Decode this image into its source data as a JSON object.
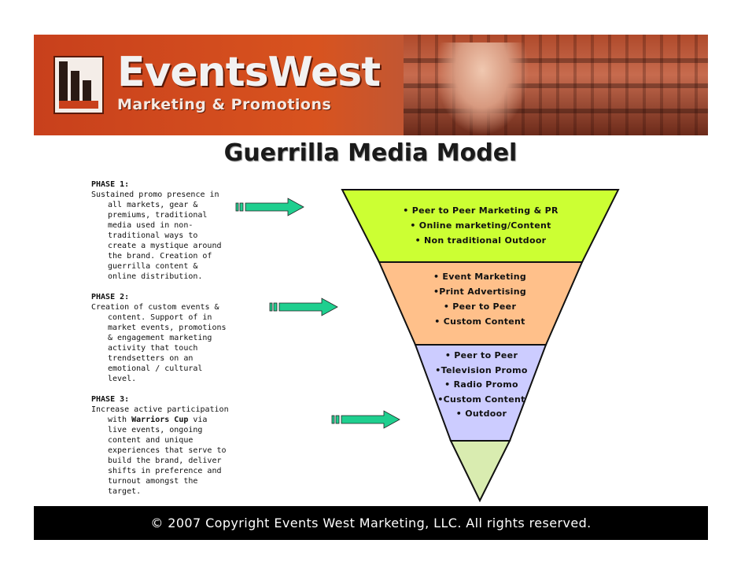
{
  "header": {
    "logo_title": "EventsWest",
    "logo_subtitle": "Marketing & Promotions"
  },
  "title": "Guerrilla Media Model",
  "phases": [
    {
      "heading": "PHASE 1:",
      "text": "Sustained  promo presence in all markets, gear & premiums, traditional media used in non-traditional ways to create a mystique around the brand.  Creation of guerrilla content & online distribution."
    },
    {
      "heading": "PHASE 2:",
      "text": "Creation of custom events & content.  Support of in market events, promotions & engagement marketing activity that touch trendsetters on an emotional / cultural level."
    },
    {
      "heading": "PHASE 3:",
      "text_before": "Increase active participation with ",
      "emphasis": "Warriors Cup",
      "text_after": "  via live events, ongoing content and unique experiences that serve to build the brand, deliver shifts in preference and turnout amongst the target."
    }
  ],
  "funnel": {
    "tiers": [
      {
        "color": "#ccff33",
        "items": [
          "•  Peer to Peer Marketing & PR",
          "•  Online marketing/Content",
          "•  Non traditional Outdoor"
        ]
      },
      {
        "color": "#ffc08a",
        "items": [
          "• Event Marketing",
          "•Print Advertising",
          "•  Peer to Peer",
          "•  Custom Content"
        ]
      },
      {
        "color": "#ccccff",
        "items": [
          "•  Peer to Peer",
          "•Television Promo",
          "•  Radio Promo",
          "•Custom Content",
          "• Outdoor"
        ]
      },
      {
        "color": "#d9ecb0",
        "items": []
      }
    ]
  },
  "colors": {
    "arrow_fill": "#1fcf8f",
    "banner": "#d24a1e",
    "footer_bg": "#000000"
  },
  "footer": {
    "copyright": "© 2007 Copyright Events West Marketing, LLC. All rights reserved."
  }
}
